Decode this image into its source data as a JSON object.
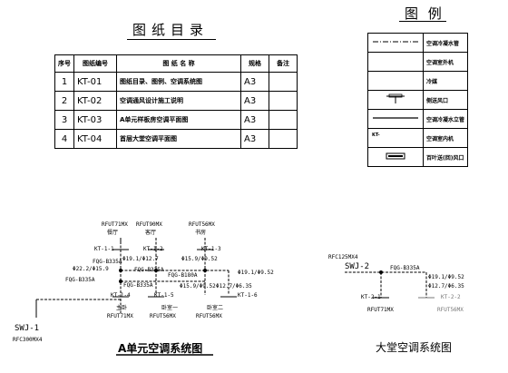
{
  "directory": {
    "title": "图纸目录",
    "headers": [
      "序号",
      "图纸编号",
      "图 纸 名 称",
      "规格",
      "备注"
    ],
    "rows": [
      {
        "no": "1",
        "code": "KT-01",
        "name": "图纸目录、图例、空调系统图",
        "size": "A3",
        "note": ""
      },
      {
        "no": "2",
        "code": "KT-02",
        "name": "空调通风设计施工说明",
        "size": "A3",
        "note": ""
      },
      {
        "no": "3",
        "code": "KT-03",
        "name": "A单元样板房空调平面图",
        "size": "A3",
        "note": ""
      },
      {
        "no": "4",
        "code": "KT-04",
        "name": "首层大堂空调平面图",
        "size": "A3",
        "note": ""
      }
    ]
  },
  "legend": {
    "title": "图 例",
    "items": [
      {
        "symbol": "",
        "label": "空调冷凝水管"
      },
      {
        "symbol": "",
        "label": "空调室外机"
      },
      {
        "symbol": "",
        "label": "冷媒"
      },
      {
        "symbol": "",
        "label": "侧送风口"
      },
      {
        "symbol": "",
        "label": "空调冷凝水立管"
      },
      {
        "symbol": "KT-",
        "label": "空调室内机"
      },
      {
        "symbol": "",
        "label": "百叶送(回)风口"
      }
    ]
  },
  "system_a": {
    "title": "A单元空调系统图",
    "outdoor_units": [
      {
        "model": "RFUT71MX",
        "room": "餐厅"
      },
      {
        "model": "RFUT90MX",
        "room": "客厅"
      },
      {
        "model": "RFUT56MX",
        "room": "书房"
      },
      {
        "model": "RFUT71MX",
        "room": "主卧"
      },
      {
        "model": "RFUT56MX",
        "room": "卧室一"
      },
      {
        "model": "RFUT56MX",
        "room": "卧室二"
      }
    ],
    "indoor_units": [
      "KT-1-1",
      "KT-1-2",
      "KT-1-3",
      "KT-1-4",
      "KT-1-5",
      "KT-1-6"
    ],
    "pipe_labels": [
      "Φ22.2/Φ15.9",
      "Φ19.1/Φ12.7",
      "Φ15.9/Φ9.52",
      "Φ19.1/Φ9.52",
      "Φ15.9/Φ9.52",
      "Φ12.7/Φ6.35"
    ],
    "branch_labels": [
      "FQG-B335A",
      "FQG-B335A",
      "FQG-B335A",
      "FQG-B180A",
      "FQG-B335A"
    ],
    "system_code": "SWJ-1",
    "system_model": "RFC300MX4"
  },
  "system_lobby": {
    "title": "大堂空调系统图",
    "system_code": "SWJ-2",
    "system_model": "RFC125MX4",
    "branch_label": "FQG-B335A",
    "pipe_labels": [
      "Φ19.1/Φ9.52",
      "Φ12.7/Φ6.35"
    ],
    "indoor_units": [
      "KT-2-1",
      "KT-2-2"
    ],
    "indoor_models": [
      "RFUT71MX",
      "RFUT56MX"
    ]
  }
}
